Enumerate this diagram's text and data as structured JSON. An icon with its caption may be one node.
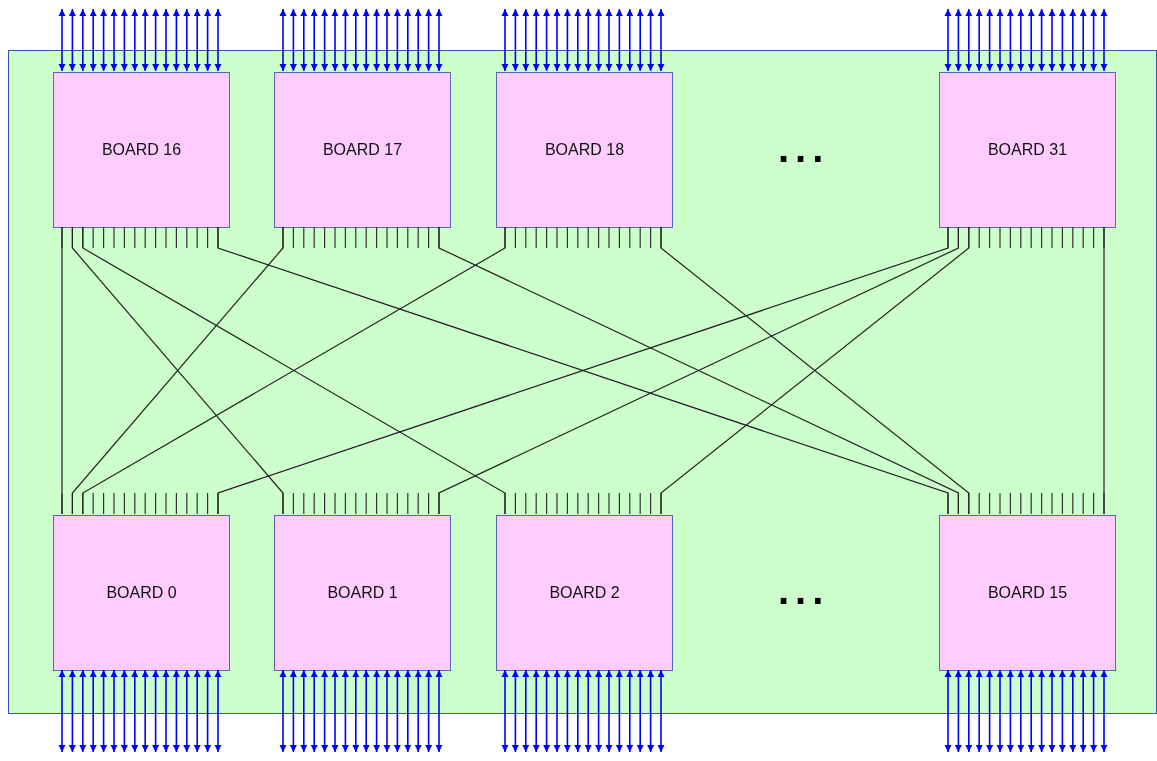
{
  "diagram": {
    "nodes": [
      {
        "text": [],
        "shape": "box"
      },
      {
        "text": [
          "BOARD 16"
        ],
        "in": 0
      },
      {
        "text": [
          "BOARD 17"
        ],
        "in": 0
      },
      {
        "text": [
          "BOARD 18"
        ],
        "in": 0
      },
      {
        "text": [
          "BOARD 31"
        ],
        "in": 0
      },
      {
        "text": [
          "BOARD 0"
        ],
        "in": 0
      },
      {
        "text": [
          "BOARD 1"
        ],
        "in": 0
      },
      {
        "text": [
          "BOARD 2"
        ],
        "in": 0
      },
      {
        "text": [
          "BOARD 15"
        ],
        "in": 0
      }
    ],
    "edges": [
      {
        "from": 1,
        "to": 5,
        "arrow": "none",
        "color": "#222222"
      },
      {
        "from": 1,
        "to": 6,
        "arrow": "none",
        "color": "#222222"
      },
      {
        "from": 1,
        "to": 7,
        "arrow": "none",
        "color": "#222222"
      },
      {
        "from": 1,
        "to": 8,
        "arrow": "none",
        "color": "#222222"
      },
      {
        "from": 2,
        "to": 5,
        "arrow": "none",
        "color": "#222222"
      },
      {
        "from": 2,
        "to": 8,
        "arrow": "none",
        "color": "#222222"
      },
      {
        "from": 3,
        "to": 5,
        "arrow": "none",
        "color": "#222222"
      },
      {
        "from": 3,
        "to": 8,
        "arrow": "none",
        "color": "#222222"
      },
      {
        "from": 4,
        "to": 5,
        "arrow": "none",
        "color": "#222222"
      },
      {
        "from": 4,
        "to": 6,
        "arrow": "none",
        "color": "#222222"
      },
      {
        "from": 4,
        "to": 7,
        "arrow": "none",
        "color": "#222222"
      },
      {
        "from": 4,
        "to": 8,
        "arrow": "none",
        "color": "#222222"
      },
      {
        "from": 1,
        "to": null,
        "arrow": "both"
      },
      {
        "from": 1,
        "to": null,
        "arrow": "both"
      },
      {
        "from": 1,
        "to": null,
        "arrow": "both"
      },
      {
        "from": 1,
        "to": null,
        "arrow": "both"
      },
      {
        "from": 1,
        "to": null,
        "arrow": "both"
      },
      {
        "from": 1,
        "to": null,
        "arrow": "both"
      },
      {
        "from": 1,
        "to": null,
        "arrow": "both"
      },
      {
        "from": 1,
        "to": null,
        "arrow": "both"
      },
      {
        "from": 1,
        "to": null,
        "arrow": "both"
      },
      {
        "from": 1,
        "to": null,
        "arrow": "both"
      },
      {
        "from": 1,
        "to": null,
        "arrow": "both"
      },
      {
        "from": 1,
        "to": null,
        "arrow": "both"
      },
      {
        "from": 1,
        "to": null,
        "arrow": "both"
      },
      {
        "from": 1,
        "to": null,
        "arrow": "both"
      },
      {
        "from": 1,
        "to": null,
        "arrow": "both"
      },
      {
        "from": 1,
        "to": null,
        "arrow": "both"
      },
      {
        "from": 2,
        "to": null,
        "arrow": "both"
      },
      {
        "from": 2,
        "to": null,
        "arrow": "both"
      },
      {
        "from": 2,
        "to": null,
        "arrow": "both"
      },
      {
        "from": 2,
        "to": null,
        "arrow": "both"
      },
      {
        "from": 2,
        "to": null,
        "arrow": "both"
      },
      {
        "from": 2,
        "to": null,
        "arrow": "both"
      },
      {
        "from": 2,
        "to": null,
        "arrow": "both"
      },
      {
        "from": 2,
        "to": null,
        "arrow": "both"
      },
      {
        "from": 2,
        "to": null,
        "arrow": "both"
      },
      {
        "from": 2,
        "to": null,
        "arrow": "both"
      },
      {
        "from": 2,
        "to": null,
        "arrow": "both"
      },
      {
        "from": 2,
        "to": null,
        "arrow": "both"
      },
      {
        "from": 2,
        "to": null,
        "arrow": "both"
      },
      {
        "from": 2,
        "to": null,
        "arrow": "both"
      },
      {
        "from": 2,
        "to": null,
        "arrow": "both"
      },
      {
        "from": 2,
        "to": null,
        "arrow": "both"
      },
      {
        "from": 3,
        "to": null,
        "arrow": "both"
      },
      {
        "from": 3,
        "to": null,
        "arrow": "both"
      },
      {
        "from": 3,
        "to": null,
        "arrow": "both"
      },
      {
        "from": 3,
        "to": null,
        "arrow": "both"
      },
      {
        "from": 3,
        "to": null,
        "arrow": "both"
      },
      {
        "from": 3,
        "to": null,
        "arrow": "both"
      },
      {
        "from": 3,
        "to": null,
        "arrow": "both"
      },
      {
        "from": 3,
        "to": null,
        "arrow": "both"
      },
      {
        "from": 3,
        "to": null,
        "arrow": "both"
      },
      {
        "from": 3,
        "to": null,
        "arrow": "both"
      },
      {
        "from": 3,
        "to": null,
        "arrow": "both"
      },
      {
        "from": 3,
        "to": null,
        "arrow": "both"
      },
      {
        "from": 3,
        "to": null,
        "arrow": "both"
      },
      {
        "from": 3,
        "to": null,
        "arrow": "both"
      },
      {
        "from": 3,
        "to": null,
        "arrow": "both"
      },
      {
        "from": 3,
        "to": null,
        "arrow": "both"
      },
      {
        "from": 4,
        "to": null,
        "arrow": "both"
      },
      {
        "from": 4,
        "to": null,
        "arrow": "both"
      },
      {
        "from": 4,
        "to": null,
        "arrow": "both"
      },
      {
        "from": 4,
        "to": null,
        "arrow": "both"
      },
      {
        "from": 4,
        "to": null,
        "arrow": "both"
      },
      {
        "from": 4,
        "to": null,
        "arrow": "both"
      },
      {
        "from": 4,
        "to": null,
        "arrow": "both"
      },
      {
        "from": 4,
        "to": null,
        "arrow": "both"
      },
      {
        "from": 4,
        "to": null,
        "arrow": "both"
      },
      {
        "from": 4,
        "to": null,
        "arrow": "both"
      },
      {
        "from": 4,
        "to": null,
        "arrow": "both"
      },
      {
        "from": 4,
        "to": null,
        "arrow": "both"
      },
      {
        "from": 4,
        "to": null,
        "arrow": "both"
      },
      {
        "from": 4,
        "to": null,
        "arrow": "both"
      },
      {
        "from": 4,
        "to": null,
        "arrow": "both"
      },
      {
        "from": 4,
        "to": null,
        "arrow": "both"
      },
      {
        "from": 5,
        "to": null,
        "arrow": "both"
      },
      {
        "from": 5,
        "to": null,
        "arrow": "both"
      },
      {
        "from": 5,
        "to": null,
        "arrow": "both"
      },
      {
        "from": 5,
        "to": null,
        "arrow": "both"
      },
      {
        "from": 5,
        "to": null,
        "arrow": "both"
      },
      {
        "from": 5,
        "to": null,
        "arrow": "both"
      },
      {
        "from": 5,
        "to": null,
        "arrow": "both"
      },
      {
        "from": 5,
        "to": null,
        "arrow": "both"
      },
      {
        "from": 5,
        "to": null,
        "arrow": "both"
      },
      {
        "from": 5,
        "to": null,
        "arrow": "both"
      },
      {
        "from": 5,
        "to": null,
        "arrow": "both"
      },
      {
        "from": 5,
        "to": null,
        "arrow": "both"
      },
      {
        "from": 5,
        "to": null,
        "arrow": "both"
      },
      {
        "from": 5,
        "to": null,
        "arrow": "both"
      },
      {
        "from": 5,
        "to": null,
        "arrow": "both"
      },
      {
        "from": 5,
        "to": null,
        "arrow": "both"
      },
      {
        "from": 6,
        "to": null,
        "arrow": "both"
      },
      {
        "from": 6,
        "to": null,
        "arrow": "both"
      },
      {
        "from": 6,
        "to": null,
        "arrow": "both"
      },
      {
        "from": 6,
        "to": null,
        "arrow": "both"
      },
      {
        "from": 6,
        "to": null,
        "arrow": "both"
      },
      {
        "from": 6,
        "to": null,
        "arrow": "both"
      },
      {
        "from": 6,
        "to": null,
        "arrow": "both"
      },
      {
        "from": 6,
        "to": null,
        "arrow": "both"
      },
      {
        "from": 6,
        "to": null,
        "arrow": "both"
      },
      {
        "from": 6,
        "to": null,
        "arrow": "both"
      },
      {
        "from": 6,
        "to": null,
        "arrow": "both"
      },
      {
        "from": 6,
        "to": null,
        "arrow": "both"
      },
      {
        "from": 6,
        "to": null,
        "arrow": "both"
      },
      {
        "from": 6,
        "to": null,
        "arrow": "both"
      },
      {
        "from": 6,
        "to": null,
        "arrow": "both"
      },
      {
        "from": 6,
        "to": null,
        "arrow": "both"
      },
      {
        "from": 7,
        "to": null,
        "arrow": "both"
      },
      {
        "from": 7,
        "to": null,
        "arrow": "both"
      },
      {
        "from": 7,
        "to": null,
        "arrow": "both"
      },
      {
        "from": 7,
        "to": null,
        "arrow": "both"
      },
      {
        "from": 7,
        "to": null,
        "arrow": "both"
      },
      {
        "from": 7,
        "to": null,
        "arrow": "both"
      },
      {
        "from": 7,
        "to": null,
        "arrow": "both"
      },
      {
        "from": 7,
        "to": null,
        "arrow": "both"
      },
      {
        "from": 7,
        "to": null,
        "arrow": "both"
      },
      {
        "from": 7,
        "to": null,
        "arrow": "both"
      },
      {
        "from": 7,
        "to": null,
        "arrow": "both"
      },
      {
        "from": 7,
        "to": null,
        "arrow": "both"
      },
      {
        "from": 7,
        "to": null,
        "arrow": "both"
      },
      {
        "from": 7,
        "to": null,
        "arrow": "both"
      },
      {
        "from": 7,
        "to": null,
        "arrow": "both"
      },
      {
        "from": 7,
        "to": null,
        "arrow": "both"
      },
      {
        "from": 8,
        "to": null,
        "arrow": "both"
      },
      {
        "from": 8,
        "to": null,
        "arrow": "both"
      },
      {
        "from": 8,
        "to": null,
        "arrow": "both"
      },
      {
        "from": 8,
        "to": null,
        "arrow": "both"
      },
      {
        "from": 8,
        "to": null,
        "arrow": "both"
      },
      {
        "from": 8,
        "to": null,
        "arrow": "both"
      },
      {
        "from": 8,
        "to": null,
        "arrow": "both"
      },
      {
        "from": 8,
        "to": null,
        "arrow": "both"
      },
      {
        "from": 8,
        "to": null,
        "arrow": "both"
      },
      {
        "from": 8,
        "to": null,
        "arrow": "both"
      },
      {
        "from": 8,
        "to": null,
        "arrow": "both"
      },
      {
        "from": 8,
        "to": null,
        "arrow": "both"
      },
      {
        "from": 8,
        "to": null,
        "arrow": "both"
      },
      {
        "from": 8,
        "to": null,
        "arrow": "both"
      },
      {
        "from": 8,
        "to": null,
        "arrow": "both"
      },
      {
        "from": 8,
        "to": null,
        "arrow": "both"
      }
    ],
    "labels": [
      "...",
      "..."
    ]
  }
}
